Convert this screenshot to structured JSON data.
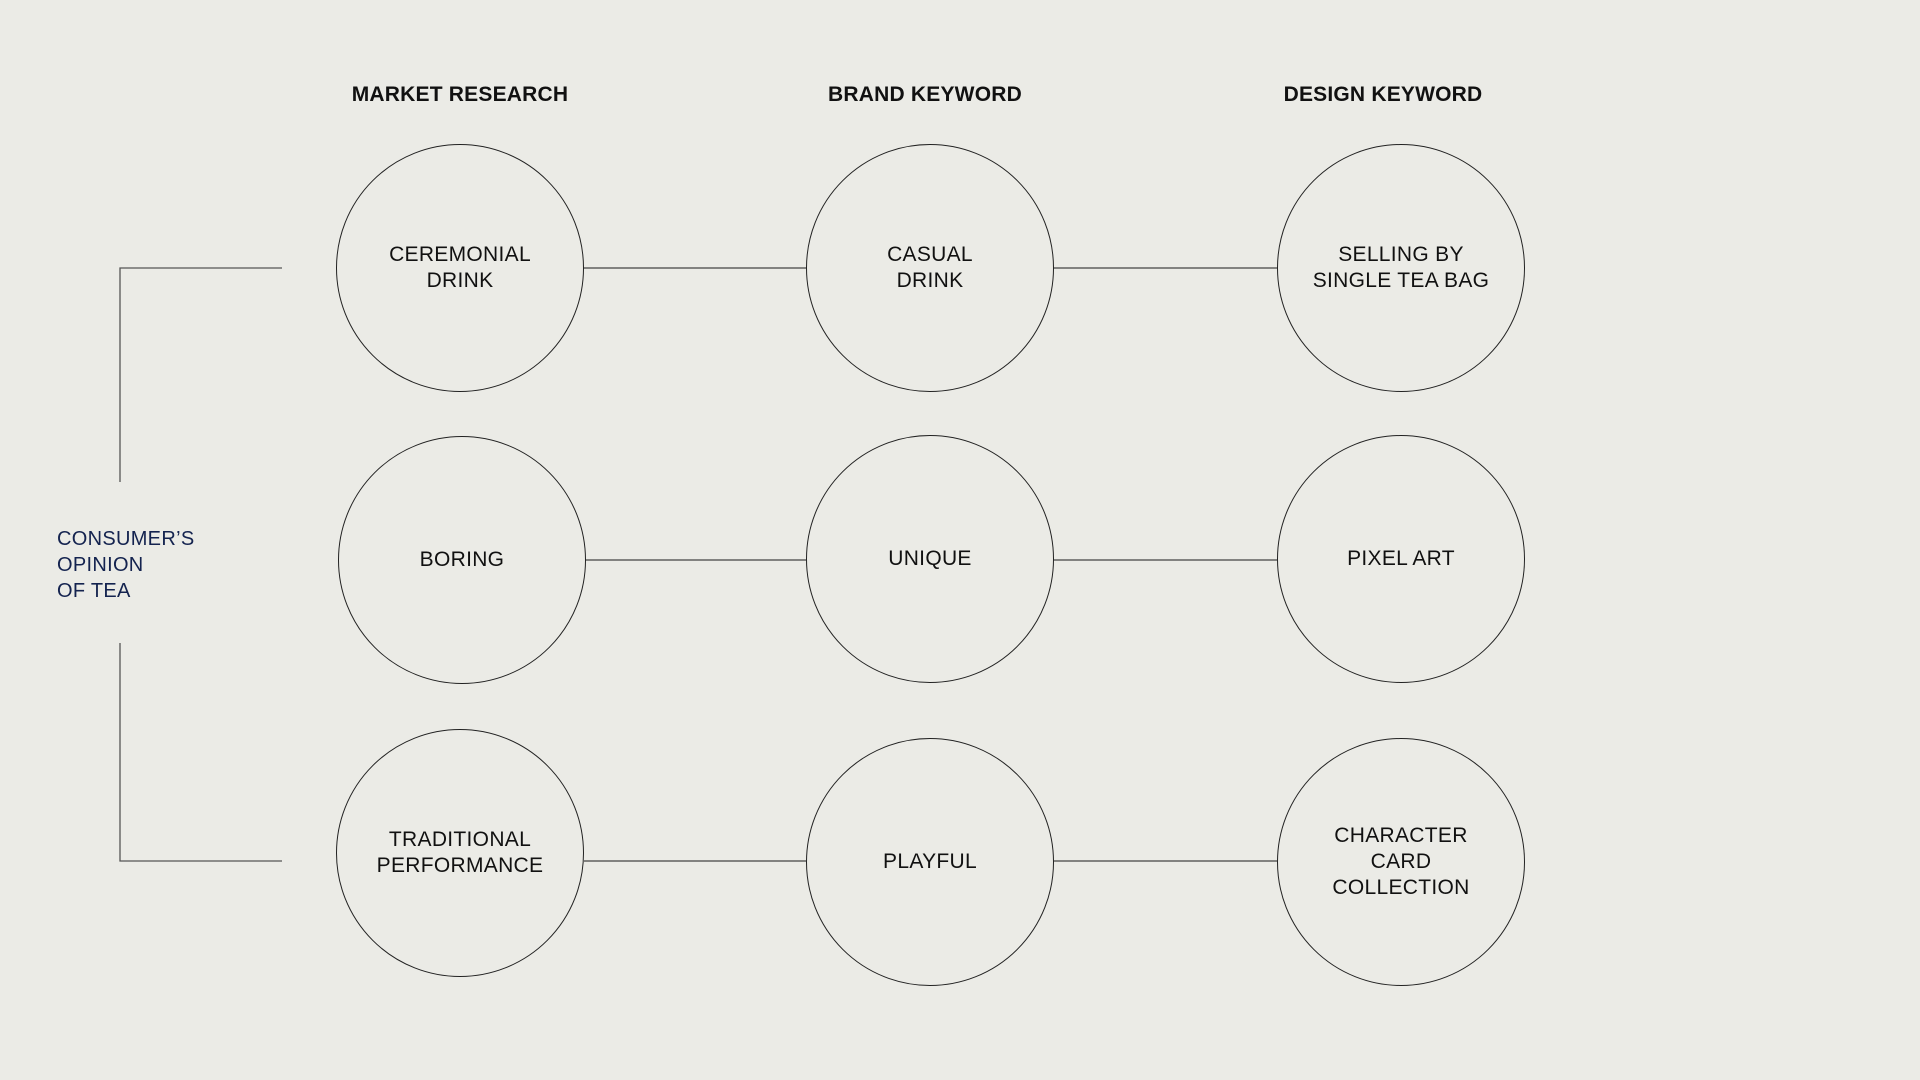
{
  "columns": [
    {
      "header": "MARKET RESEARCH"
    },
    {
      "header": "BRAND KEYWORD"
    },
    {
      "header": "DESIGN KEYWORD"
    }
  ],
  "rows": [
    {
      "market": "CEREMONIAL\nDRINK",
      "brand": "CASUAL\nDRINK",
      "design": "SELLING BY\nSINGLE TEA BAG"
    },
    {
      "market": "BORING",
      "brand": "UNIQUE",
      "design": "PIXEL ART"
    },
    {
      "market": "TRADITIONAL\nPERFORMANCE",
      "brand": "PLAYFUL",
      "design": "CHARACTER\nCARD\nCOLLECTION"
    }
  ],
  "side_label": "CONSUMER’S\nOPINION\nOF TEA",
  "colors": {
    "background": "#ebebe6",
    "line": "#222222",
    "side_label": "#14234f"
  }
}
